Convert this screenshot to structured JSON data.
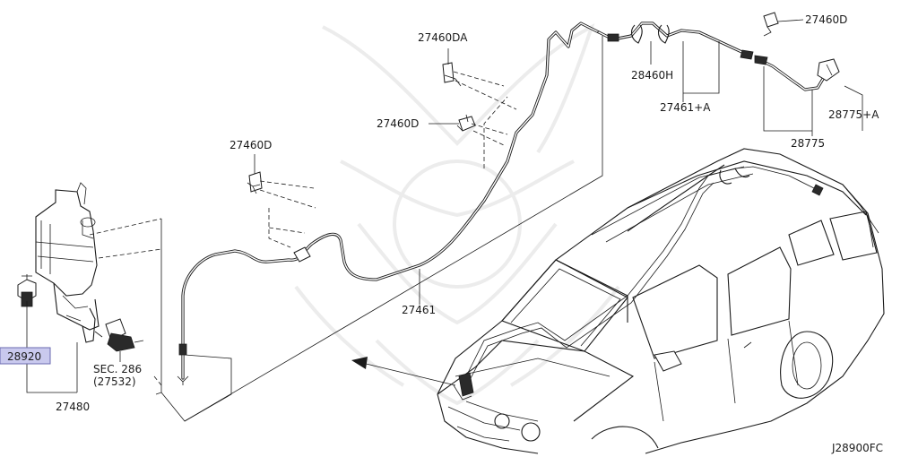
{
  "diagram_id": "J28900FC",
  "highlighted_part": "28920",
  "callouts": {
    "c27460DA": "27460DA",
    "c27460D_a": "27460D",
    "c27460D_b": "27460D",
    "c27460D_c": "27460D",
    "c28460H": "28460H",
    "c27461A": "27461+A",
    "c28775A": "28775+A",
    "c28775": "28775",
    "c27461": "27461",
    "c28920": "28920",
    "sec_line1": "SEC. 286",
    "sec_line2": "(27532)",
    "c27480": "27480"
  },
  "colors": {
    "highlight_fill": "#c9c9ee",
    "line": "#1a1a1a",
    "watermark": "#ececec"
  }
}
